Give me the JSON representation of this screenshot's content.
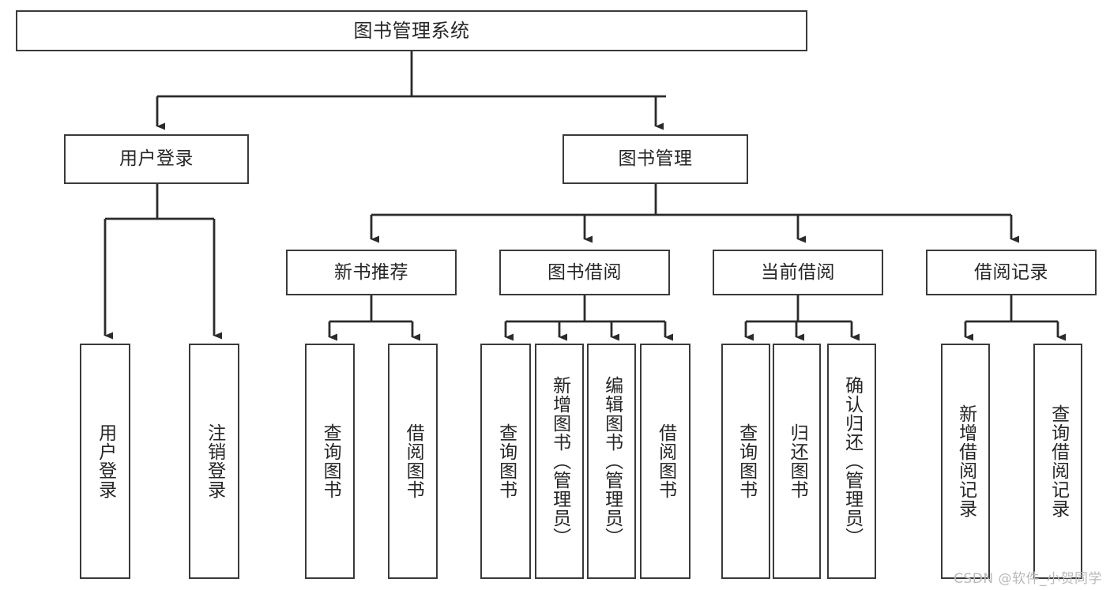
{
  "diagram": {
    "title": "图书管理系统",
    "type": "tree-hierarchy-chart",
    "colors": {
      "box_border": "#3a3a3a",
      "box_fill": "#ffffff",
      "connector": "#2b2b2b",
      "text": "#262626",
      "watermark": "#b9b9b9",
      "background": "#ffffff"
    },
    "root": {
      "label": "图书管理系统",
      "orientation": "horizontal"
    },
    "level2": [
      {
        "label": "用户登录",
        "orientation": "horizontal"
      },
      {
        "label": "图书管理",
        "orientation": "horizontal"
      }
    ],
    "level3": [
      {
        "label": "新书推荐",
        "orientation": "horizontal"
      },
      {
        "label": "图书借阅",
        "orientation": "horizontal"
      },
      {
        "label": "当前借阅",
        "orientation": "horizontal"
      },
      {
        "label": "借阅记录",
        "orientation": "horizontal"
      }
    ],
    "leaves": {
      "user_login": [
        {
          "label": "用户登录",
          "orientation": "vertical"
        },
        {
          "label": "注销登录",
          "orientation": "vertical"
        }
      ],
      "new_book_recommend": [
        {
          "label": "查询图书",
          "orientation": "vertical"
        },
        {
          "label": "借阅图书",
          "orientation": "vertical"
        }
      ],
      "book_borrow": [
        {
          "label": "查询图书",
          "orientation": "vertical"
        },
        {
          "label": "新增图书（管理员）",
          "orientation": "vertical"
        },
        {
          "label": "编辑图书（管理员）",
          "orientation": "vertical"
        },
        {
          "label": "借阅图书",
          "orientation": "vertical"
        }
      ],
      "current_borrow": [
        {
          "label": "查询图书",
          "orientation": "vertical"
        },
        {
          "label": "归还图书",
          "orientation": "vertical"
        },
        {
          "label": "确认归还（管理员）",
          "orientation": "vertical"
        }
      ],
      "borrow_record": [
        {
          "label": "新增借阅记录",
          "orientation": "vertical"
        },
        {
          "label": "查询借阅记录",
          "orientation": "vertical"
        }
      ]
    },
    "watermark": "CSDN @软件_小贺同学"
  }
}
